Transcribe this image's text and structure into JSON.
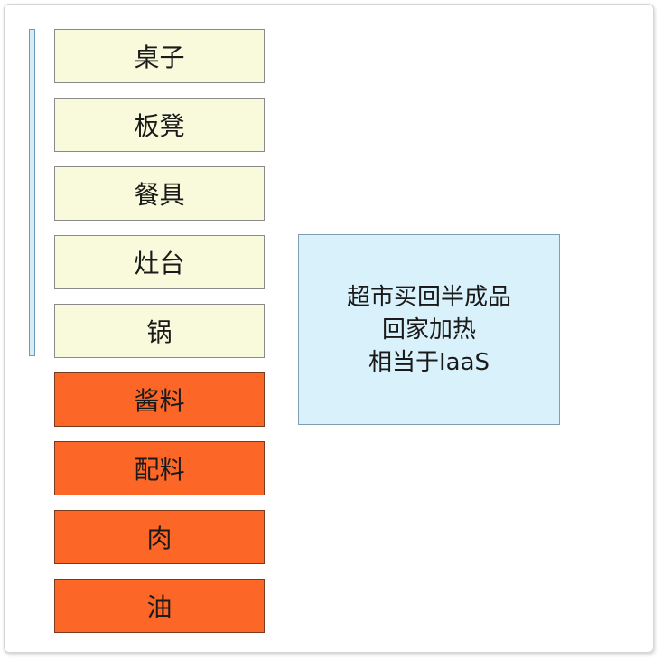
{
  "stack": {
    "items": [
      {
        "label": "桌子",
        "group": "light"
      },
      {
        "label": "板凳",
        "group": "light"
      },
      {
        "label": "餐具",
        "group": "light"
      },
      {
        "label": "灶台",
        "group": "light"
      },
      {
        "label": "锅",
        "group": "light"
      },
      {
        "label": "酱料",
        "group": "dark"
      },
      {
        "label": "配料",
        "group": "dark"
      },
      {
        "label": "肉",
        "group": "dark"
      },
      {
        "label": "油",
        "group": "dark"
      }
    ]
  },
  "note": {
    "lines": [
      "超市买回半成品",
      "回家加热",
      "相当于IaaS"
    ]
  },
  "colors": {
    "light_fill": "#f8fadb",
    "dark_fill": "#fc6627",
    "note_fill": "#d9f1fa",
    "bracket_fill": "#d6ecf7"
  }
}
